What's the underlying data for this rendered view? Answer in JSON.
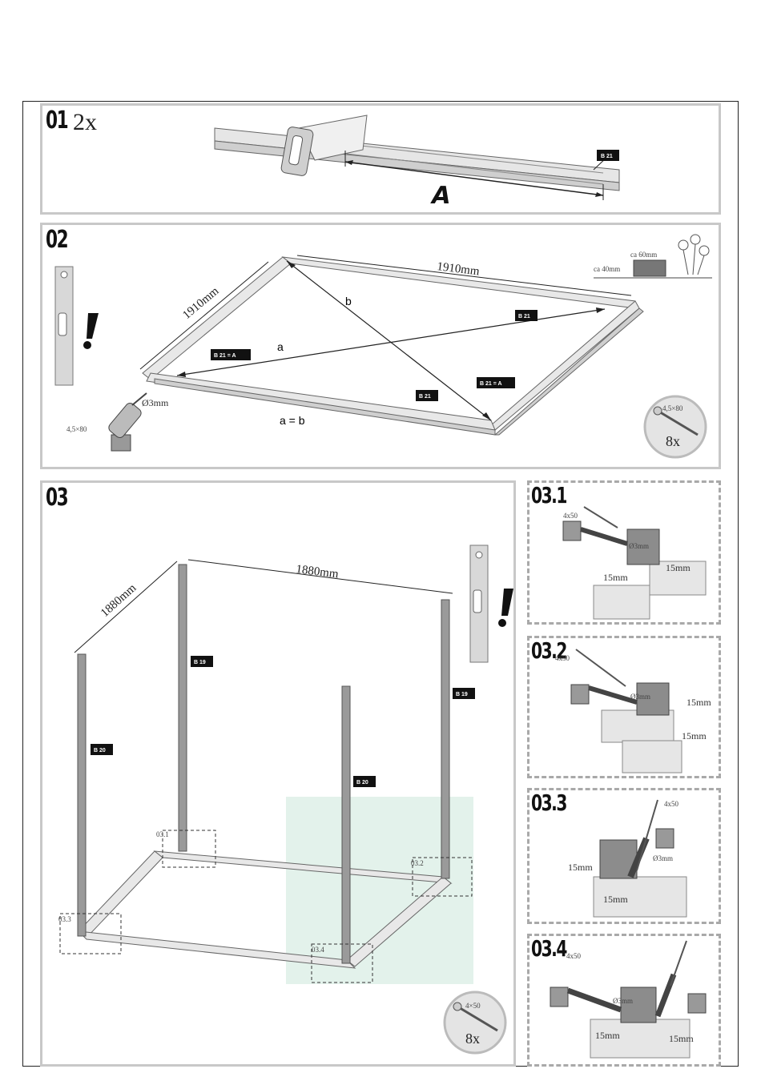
{
  "step01": {
    "number": "01",
    "quantity": "2x",
    "part_label": "B 21",
    "dimension": "A"
  },
  "step02": {
    "number": "02",
    "dimension_left": "1910mm",
    "dimension_top": "1910mm",
    "label_left": "B 21 = A",
    "label_right_bottom": "B 21 = A",
    "label_top": "B 21",
    "label_bottom": "B 21",
    "diagonal_a": "a",
    "diagonal_b": "b",
    "equation": "a = b",
    "drill": "Ø3mm",
    "screw_size": "4,5×80",
    "screw_badge_size": "4,5×80",
    "screw_badge_qty": "8x",
    "ground_60": "ca 60mm",
    "ground_40": "ca 40mm"
  },
  "step03": {
    "number": "03",
    "dimension_left": "1880mm",
    "dimension_top": "1880mm",
    "post_b19_left": "B 19",
    "post_b19_right": "B 19",
    "post_b20_left": "B 20",
    "post_b20_mid": "B 20",
    "detail_03_1": "03.1",
    "detail_03_2": "03.2",
    "detail_03_3": "03.3",
    "detail_03_4": "03.4",
    "screw_badge_size": "4×50",
    "screw_badge_qty": "8x"
  },
  "details": [
    {
      "number": "03.1",
      "screw": "4x50",
      "drill": "Ø3mm",
      "dim1": "15mm",
      "dim2": "15mm"
    },
    {
      "number": "03.2",
      "screw": "4x50",
      "drill": "Ø3mm",
      "dim1": "15mm",
      "dim2": "15mm"
    },
    {
      "number": "03.3",
      "screw": "4x50",
      "drill": "Ø3mm",
      "dim1": "15mm",
      "dim2": "15mm"
    },
    {
      "number": "03.4",
      "screw": "4x50",
      "drill": "Ø3mm",
      "dim1": "15mm",
      "dim2": "15mm"
    }
  ],
  "colors": {
    "highlight": "#e3f2eb",
    "panel_border": "#c8c8c8",
    "label_bg": "#111111"
  }
}
